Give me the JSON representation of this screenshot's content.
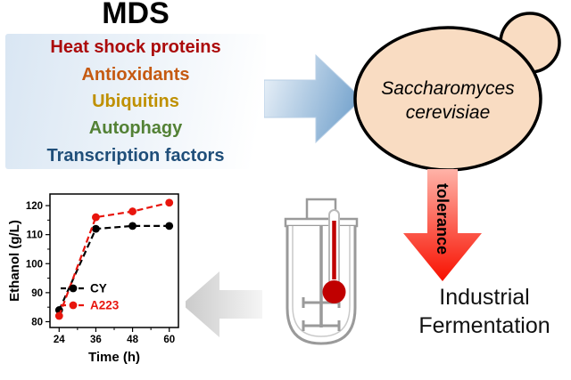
{
  "title": "MDS",
  "mds": {
    "box_color": "#D9E6F3",
    "items": [
      {
        "label": "Heat shock proteins",
        "color": "#AB0A0A"
      },
      {
        "label": "Antioxidants",
        "color": "#C55A11"
      },
      {
        "label": "Ubiquitins",
        "color": "#BF9000"
      },
      {
        "label": "Autophagy",
        "color": "#538135"
      },
      {
        "label": "Transcription factors",
        "color": "#1F4E79"
      }
    ]
  },
  "yeast": {
    "line1": "Saccharomyces",
    "line2": "cerevisiae",
    "fill": "#F9DCC2",
    "outline": "#000000"
  },
  "tolerance": {
    "label": "tolerance",
    "arrow_color": "#F81000"
  },
  "industrial": {
    "line1": "Industrial",
    "line2": "Fermentation"
  },
  "arrows": {
    "mds_to_yeast": "#7BA7CF",
    "fermenter_to_chart": "#C9C9C9"
  },
  "bioreactor": {
    "thermometer_color": "#C00000",
    "outline_color": "#9A9A9A"
  },
  "chart_data": {
    "type": "line",
    "title": "",
    "x": [
      24,
      36,
      48,
      60
    ],
    "series": [
      {
        "name": "CY",
        "color": "#000000",
        "values": [
          84,
          112,
          113,
          113
        ]
      },
      {
        "name": "A223",
        "color": "#E8150D",
        "values": [
          82,
          116,
          118,
          121
        ]
      }
    ],
    "xlabel": "Time (h)",
    "ylabel": "Ethanol (g/L)",
    "xticks": [
      24,
      36,
      48,
      60
    ],
    "yticks": [
      80,
      90,
      100,
      110,
      120
    ],
    "x_minor_ticks": [
      30,
      42,
      54
    ],
    "y_minor_ticks": [
      85,
      95,
      105,
      115
    ],
    "xlim": [
      21,
      63
    ],
    "ylim": [
      78,
      124
    ],
    "line_style": "dashed",
    "marker": "circle",
    "grid": false,
    "legend_position": "inside-lower-left"
  }
}
